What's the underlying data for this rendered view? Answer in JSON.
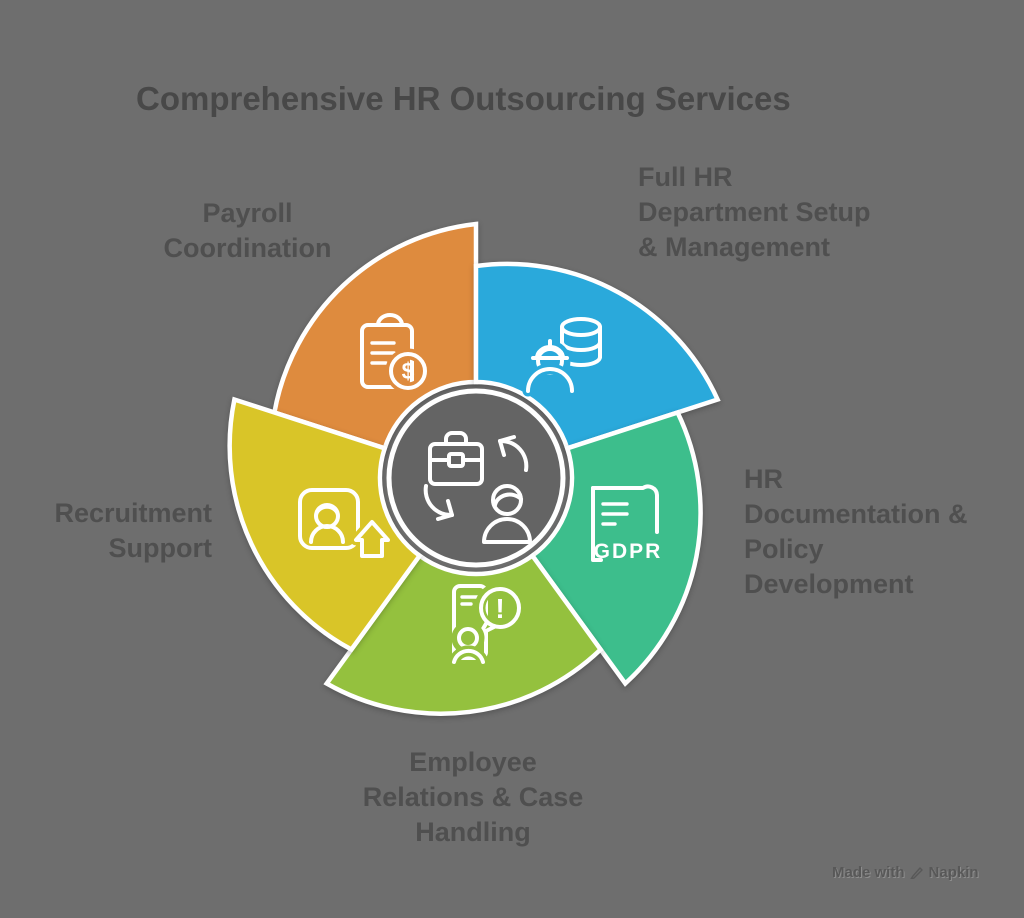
{
  "title": "Comprehensive HR Outsourcing Services",
  "background_color": "#6e6e6e",
  "text_color": "#4f4f4f",
  "center": {
    "color": "#646464",
    "icons": [
      "briefcase-icon",
      "cycle-arrows-icon",
      "person-icon"
    ]
  },
  "segments": [
    {
      "id": "payroll-coordination",
      "label_lines": [
        "Payroll",
        "Coordination"
      ],
      "color": "#de8b3e",
      "icon": "clipboard-dollar-icon",
      "icon_text": "$"
    },
    {
      "id": "full-hr-department",
      "label_lines": [
        "Full HR",
        "Department Setup",
        "& Management"
      ],
      "color": "#2aa9db",
      "icon": "worker-database-icon"
    },
    {
      "id": "hr-documentation",
      "label_lines": [
        "HR",
        "Documentation &",
        "Policy",
        "Development"
      ],
      "color": "#3dbe8c",
      "icon": "gdpr-scroll-icon",
      "icon_text": "GDPR"
    },
    {
      "id": "employee-relations",
      "label_lines": [
        "Employee",
        "Relations & Case",
        "Handling"
      ],
      "color": "#94c13e",
      "icon": "phone-alert-person-icon",
      "icon_text": "!"
    },
    {
      "id": "recruitment-support",
      "label_lines": [
        "Recruitment",
        "Support"
      ],
      "color": "#d9c528",
      "icon": "profile-card-up-arrow-icon"
    }
  ],
  "watermark": {
    "made_with": "Made with",
    "brand": "Napkin",
    "icon": "pen-icon"
  }
}
